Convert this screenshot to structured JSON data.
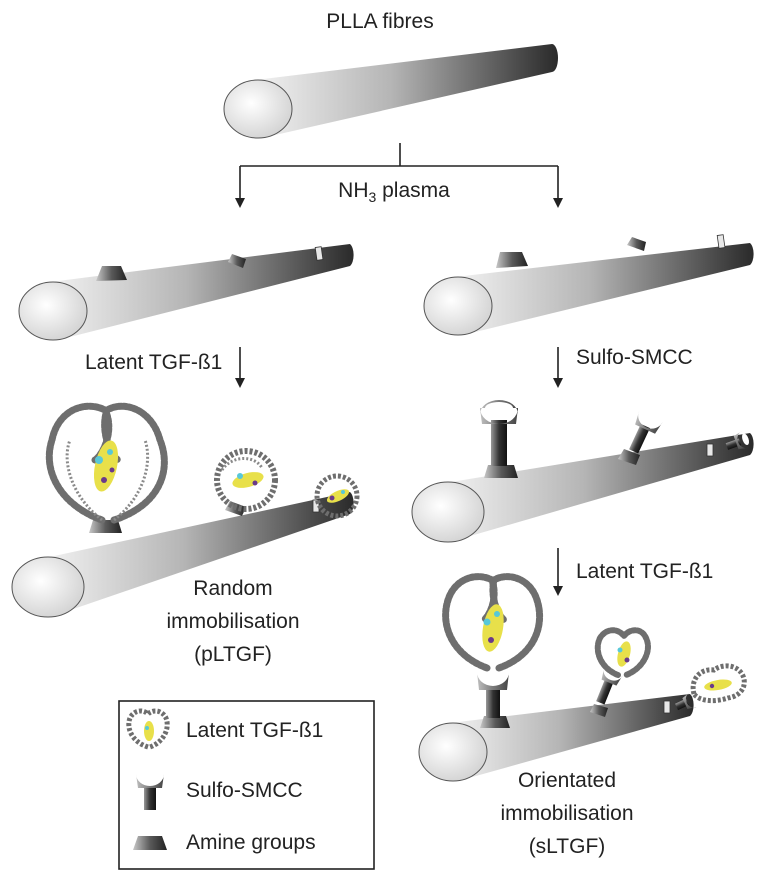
{
  "diagram": {
    "title": "PLLA fibres",
    "plasma_step": {
      "prefix": "NH",
      "subscript": "3",
      "suffix": " plasma"
    },
    "left_branch": {
      "step_label": "Latent TGF-ß1",
      "result_lines": [
        "Random",
        "immobilisation",
        "(pLTGF)"
      ]
    },
    "right_branch": {
      "step1_label": "Sulfo-SMCC",
      "step2_label": "Latent TGF-ß1",
      "result_lines": [
        "Orientated",
        "immobilisation",
        "(sLTGF)"
      ]
    },
    "legend": {
      "items": [
        {
          "icon": "latent-tgf-protein-icon",
          "label": "Latent TGF-ß1"
        },
        {
          "icon": "sulfo-smcc-linker-icon",
          "label": "Sulfo-SMCC"
        },
        {
          "icon": "amine-group-icon",
          "label": "Amine groups"
        }
      ]
    }
  },
  "colors": {
    "fibre_light": "#f4f4f4",
    "fibre_dark": "#2a2a2a",
    "protein_grey": "#6e6e6e",
    "protein_core_yellow": "#e8e04a",
    "protein_core_cyan": "#58c8d8",
    "protein_core_purple": "#6a3a8a"
  }
}
